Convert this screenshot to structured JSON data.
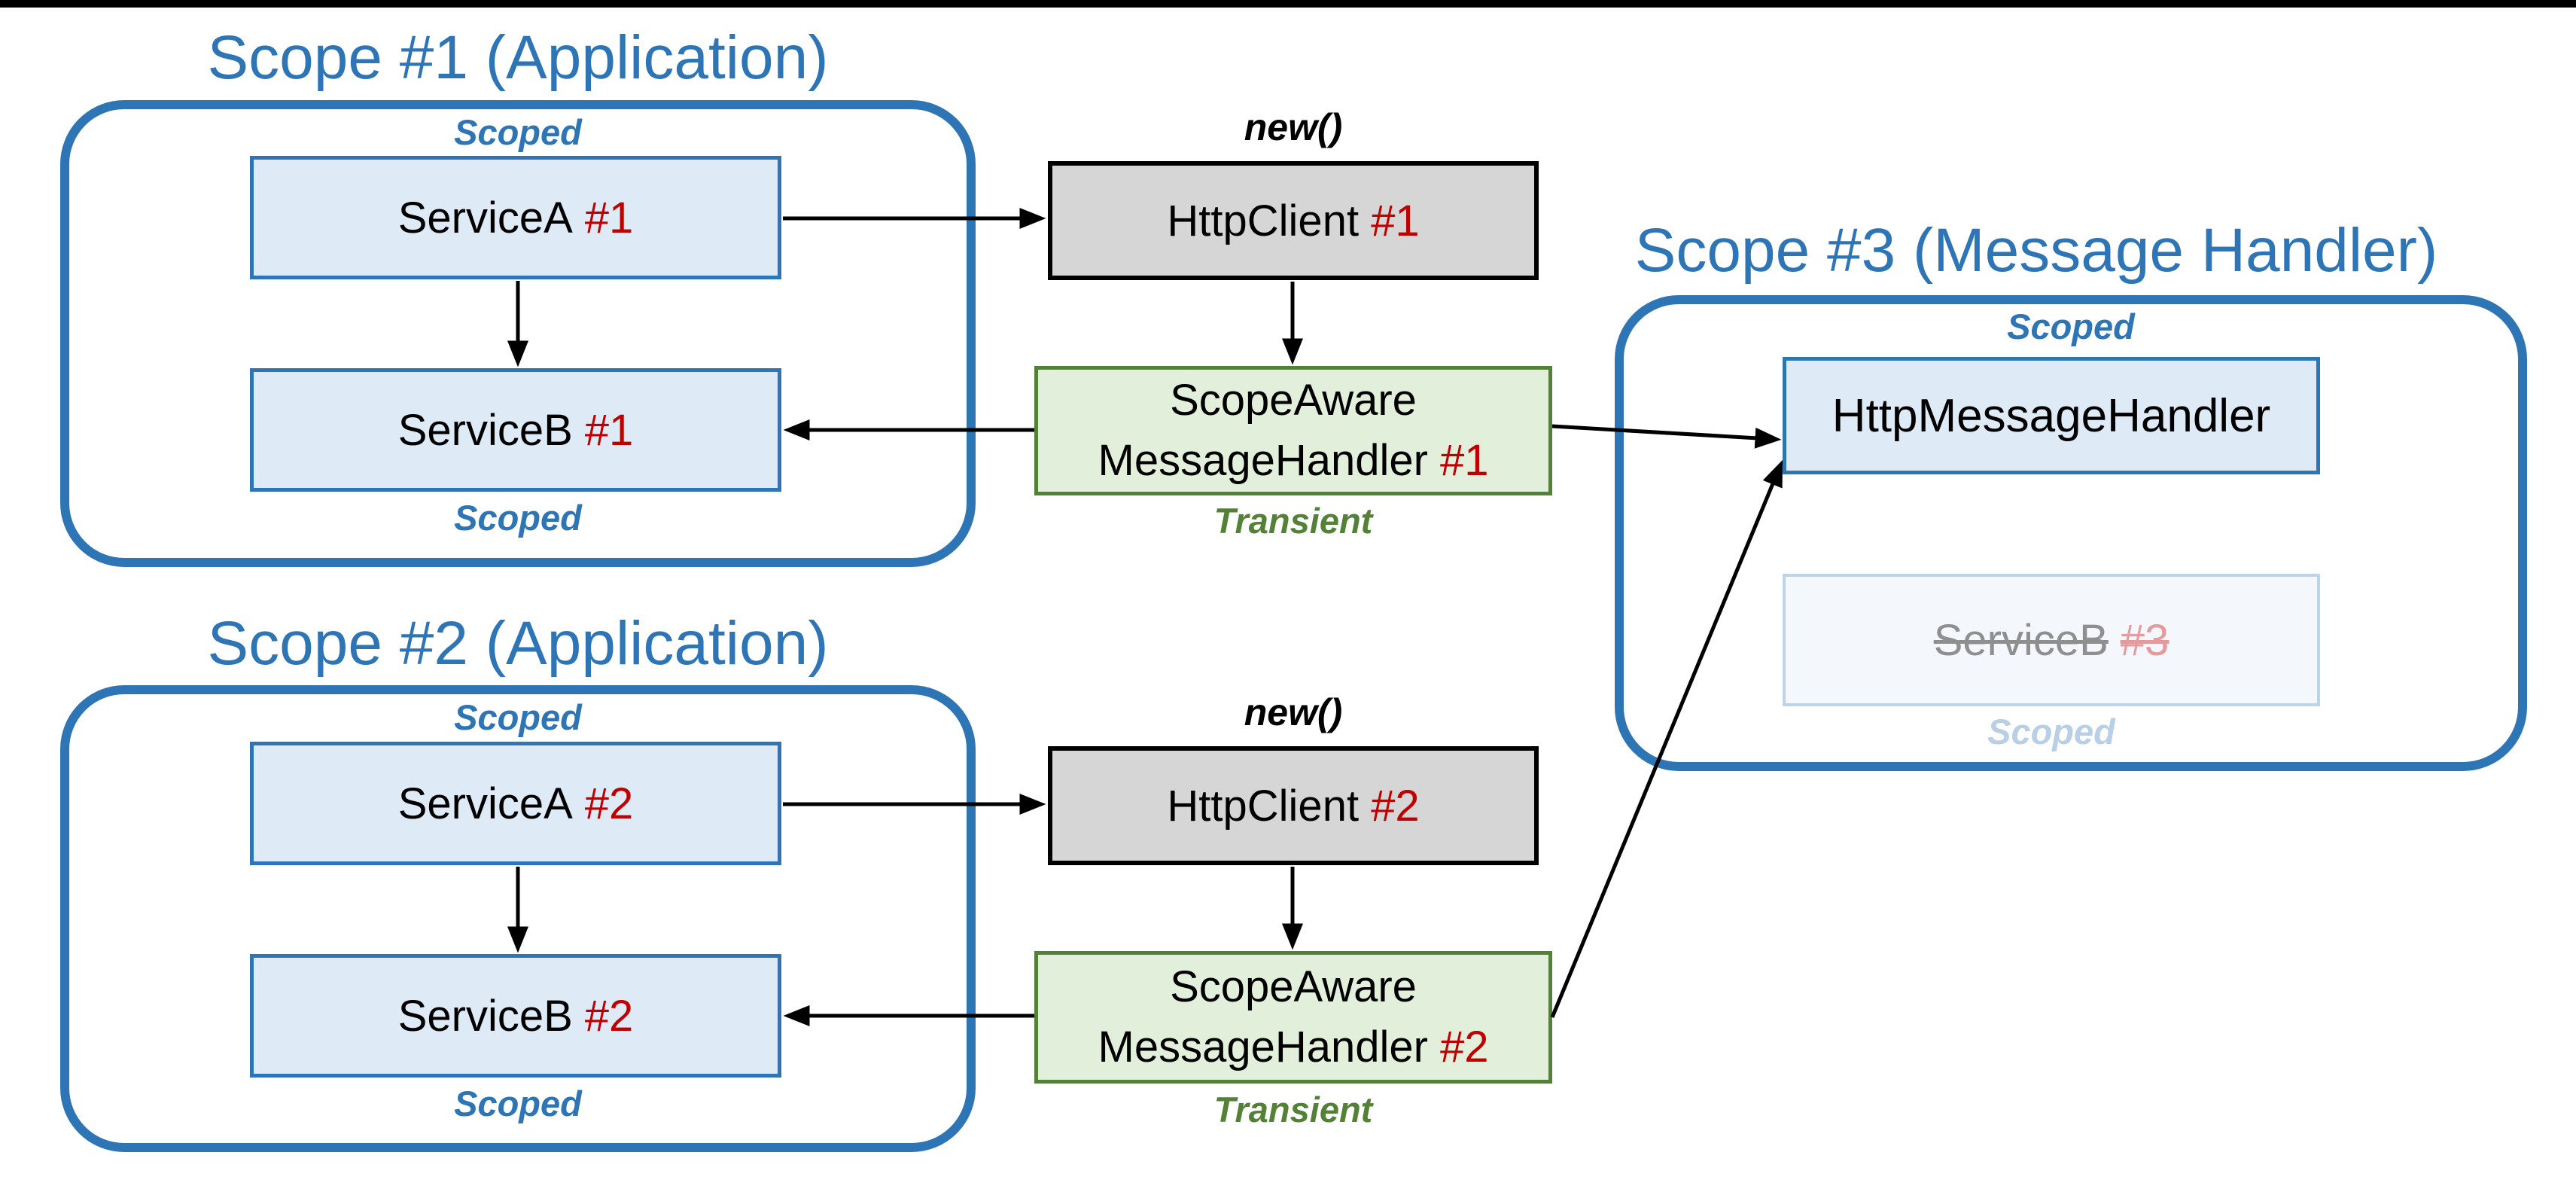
{
  "colors": {
    "accent_blue": "#2E75B6",
    "node_blue_fill": "#DEEAF6",
    "gray_fill": "#D6D6D6",
    "green_fill": "#E2EFDA",
    "green_dark": "#538135",
    "instance_red": "#C00000",
    "faded_text_gray": "#8F8F8F",
    "faded_red": "#E59A9D",
    "faded_blue": "#B8CFE5",
    "faded_box_fill": "#F4F8FC",
    "faded_box_border": "#BDD3E8",
    "black": "#000000"
  },
  "scope1": {
    "title": "Scope #1 (Application)",
    "scoped_top": "Scoped",
    "scoped_bottom": "Scoped",
    "service_a": {
      "name": "ServiceA",
      "instance": "#1"
    },
    "service_b": {
      "name": "ServiceB",
      "instance": "#1"
    }
  },
  "scope2": {
    "title": "Scope #2 (Application)",
    "scoped_top": "Scoped",
    "scoped_bottom": "Scoped",
    "service_a": {
      "name": "ServiceA",
      "instance": "#2"
    },
    "service_b": {
      "name": "ServiceB",
      "instance": "#2"
    }
  },
  "scope3": {
    "title": "Scope #3 (Message Handler)",
    "scoped_top": "Scoped",
    "http_message_handler": {
      "name": "HttpMessageHandler"
    },
    "service_b_disposed": {
      "name": "ServiceB",
      "instance": "#3",
      "scoped_label": "Scoped"
    }
  },
  "http_client1": {
    "new_label": "new()",
    "name": "HttpClient",
    "instance": "#1"
  },
  "http_client2": {
    "new_label": "new()",
    "name": "HttpClient",
    "instance": "#2"
  },
  "handler1": {
    "line1": "ScopeAware",
    "line2": "MessageHandler",
    "instance": "#1",
    "lifetime": "Transient"
  },
  "handler2": {
    "line1": "ScopeAware",
    "line2": "MessageHandler",
    "instance": "#2",
    "lifetime": "Transient"
  }
}
